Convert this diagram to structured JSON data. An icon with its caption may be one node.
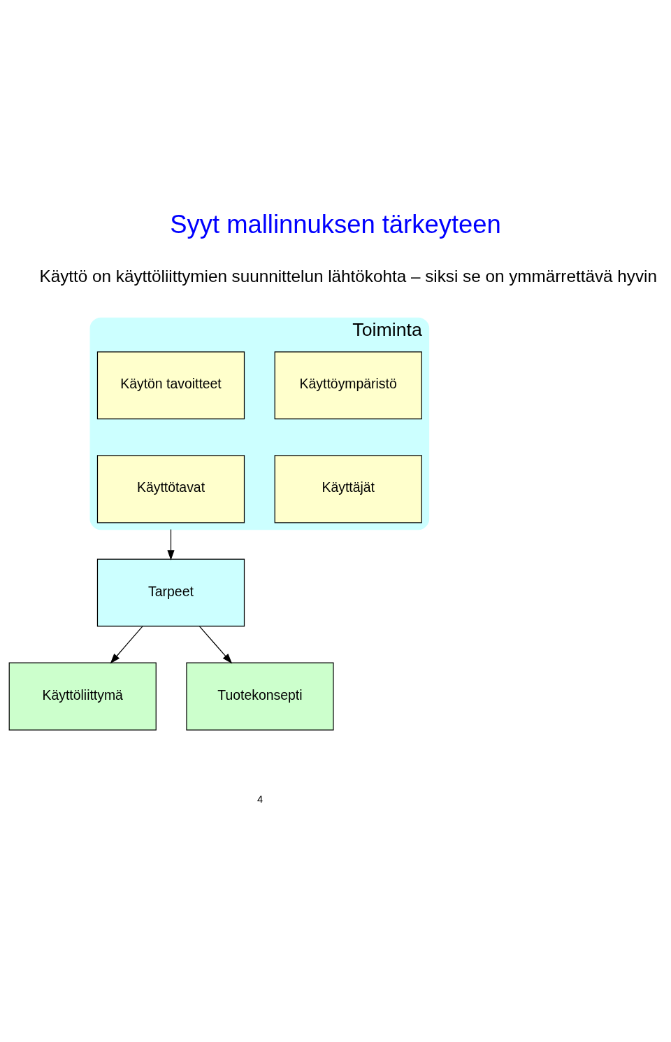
{
  "diagram": {
    "title": "Syyt mallinnuksen tärkeyteen",
    "nodes": [
      {
        "text": [
          "Toiminta"
        ]
      },
      {
        "text": [
          "Käyttöympäristö"
        ],
        "in": 0
      },
      {
        "text": [
          "Käytön tavoitteet"
        ],
        "in": 0
      },
      {
        "text": [
          "Käyttäjät"
        ],
        "in": 0
      },
      {
        "text": [
          "Käyttötavat"
        ],
        "in": 0
      },
      {
        "text": [
          "Tarpeet"
        ]
      },
      {
        "text": [
          "Käyttöliittymä"
        ]
      },
      {
        "text": [
          "Tuotekonsepti"
        ]
      }
    ],
    "edges": [
      {
        "from": 0,
        "to": 5,
        "arrow": "to"
      },
      {
        "from": 5,
        "to": 6,
        "arrow": "to"
      },
      {
        "from": 5,
        "to": 7,
        "arrow": "to"
      }
    ],
    "labels": [
      "Käyttö on käyttöliittymien suunnittelun lähtökohta – siksi se on ymmärrettävä hyvin",
      "4"
    ]
  }
}
